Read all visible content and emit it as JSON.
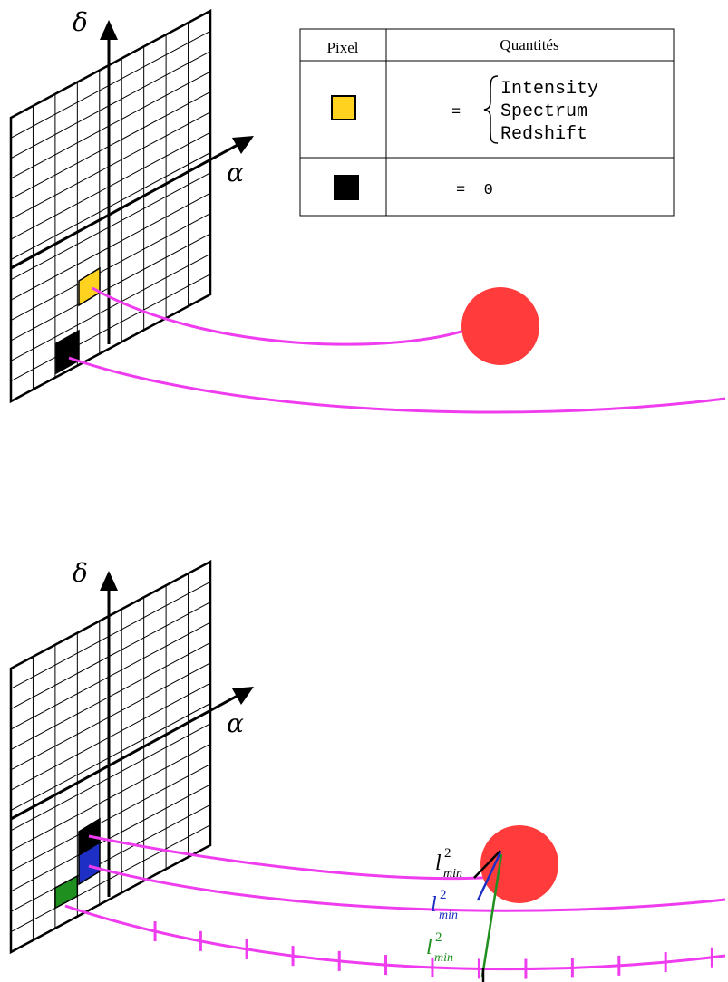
{
  "colors": {
    "ray": "#ee3cee",
    "source": "#ff3b3b",
    "pixel_yellow": "#ffd21f",
    "pixel_black": "#000000",
    "pixel_blue": "#1d2fc4",
    "pixel_green": "#1f8f1f",
    "grid": "#000000"
  },
  "top_panel": {
    "axis_alpha": "α",
    "axis_delta": "δ",
    "table": {
      "header_pixel": "Pixel",
      "header_quantities": "Quantités",
      "row1_equals": "=",
      "row1_items": [
        "Intensity",
        "Spectrum",
        "Redshift"
      ],
      "row2_value": "=  0"
    }
  },
  "bottom_panel": {
    "axis_alpha": "α",
    "axis_delta": "δ",
    "lmin_labels": [
      {
        "base": "l",
        "sup": "2",
        "sub": "min",
        "color": "#000000"
      },
      {
        "base": "l",
        "sup": "2",
        "sub": "min",
        "color": "#1d2fc4"
      },
      {
        "base": "l",
        "sup": "2",
        "sub": "min",
        "color": "#1f8f1f"
      }
    ]
  }
}
